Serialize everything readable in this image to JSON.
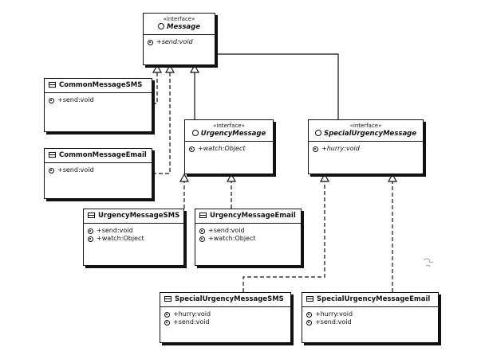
{
  "nodes": {
    "message": {
      "stereotype": "«interface»",
      "name": "Message",
      "ops": [
        "+send:void"
      ]
    },
    "common_sms": {
      "name": "CommonMessageSMS",
      "ops": [
        "+send:void"
      ]
    },
    "common_email": {
      "name": "CommonMessageEmail",
      "ops": [
        "+send:void"
      ]
    },
    "urgency": {
      "stereotype": "«interface»",
      "name": "UrgencyMessage",
      "ops": [
        "+watch:Object"
      ]
    },
    "special": {
      "stereotype": "«interface»",
      "name": "SpecialUrgencyMessage",
      "ops": [
        "+hurry:void"
      ]
    },
    "urgency_sms": {
      "name": "UrgencyMessageSMS",
      "ops": [
        "+send:void",
        "+watch:Object"
      ]
    },
    "urgency_email": {
      "name": "UrgencyMessageEmail",
      "ops": [
        "+send:void",
        "+watch:Object"
      ]
    },
    "special_sms": {
      "name": "SpecialUrgencyMessageSMS",
      "ops": [
        "+hurry:void",
        "+send:void"
      ]
    },
    "special_email": {
      "name": "SpecialUrgencyMessageEmail",
      "ops": [
        "+hurry:void",
        "+send:void"
      ]
    }
  },
  "icons": {
    "class_icon": "class-icon",
    "interface_icon": "interface-icon",
    "operation_icon": "public-operation-icon"
  }
}
